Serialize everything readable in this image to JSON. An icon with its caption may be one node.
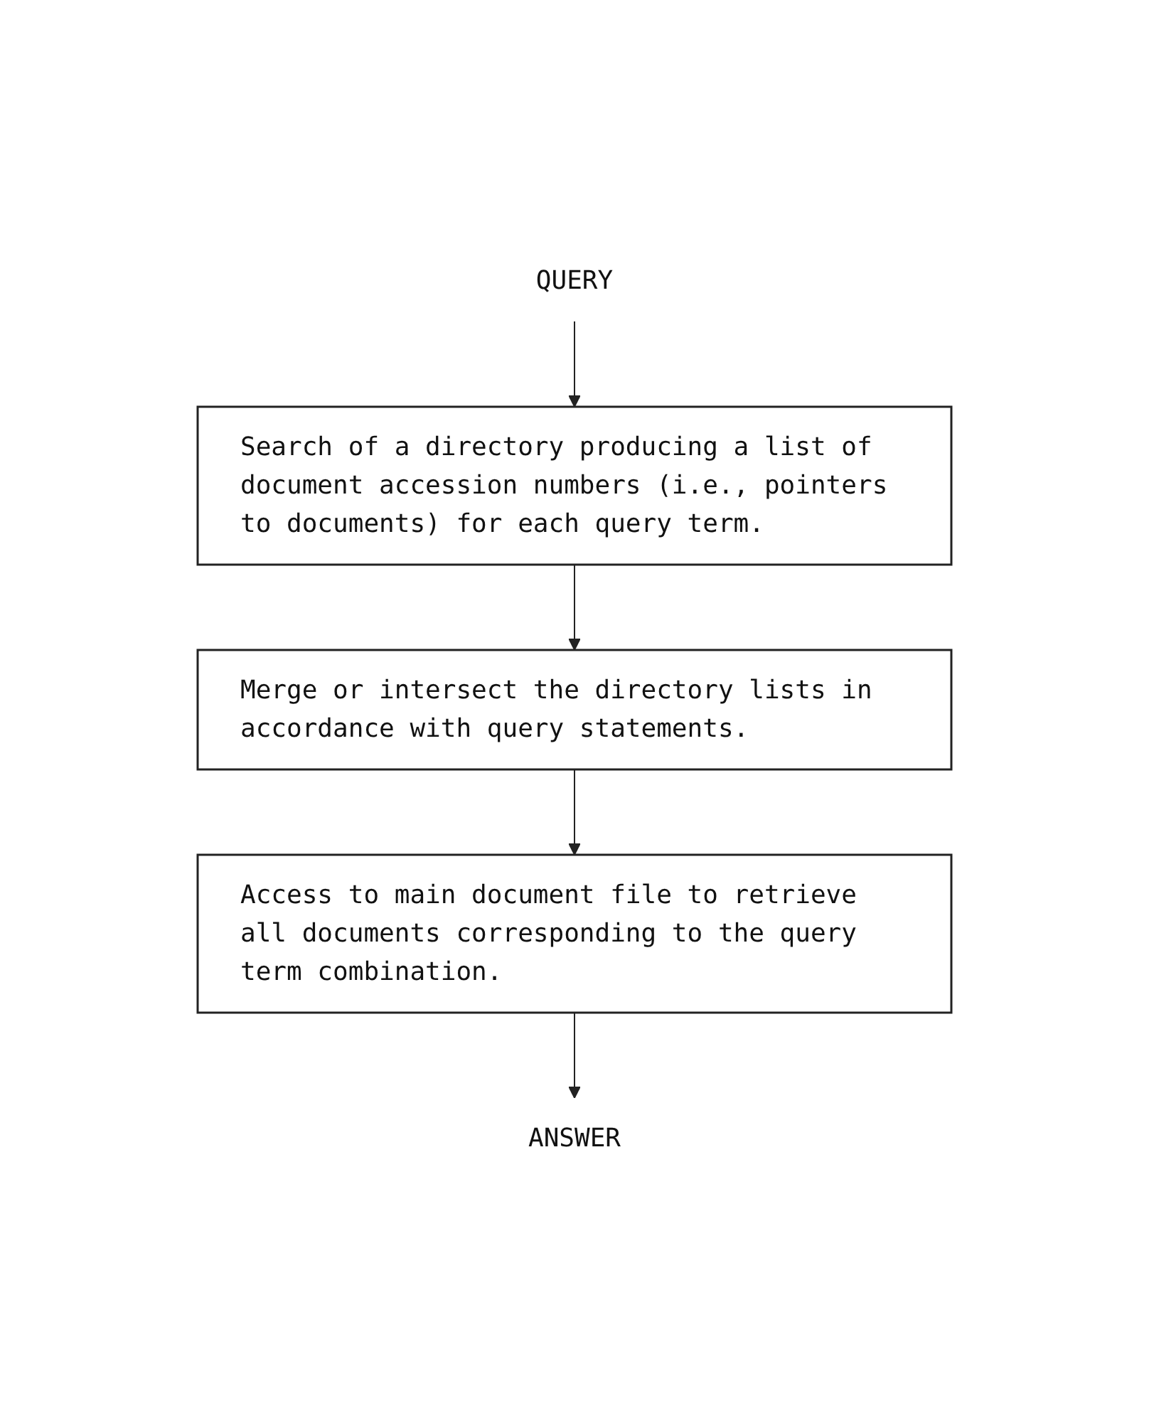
{
  "diagram": {
    "nodes": [
      {
        "text": [
          "QUERY"
        ]
      },
      {
        "text": [
          "Search of a directory producing a list of document accession numbers (i.e., pointers to documents) for each query term."
        ]
      },
      {
        "text": [
          "Merge or intersect the directory lists in accordance with query statements."
        ]
      },
      {
        "text": [
          "Access to main document file to retrieve all documents corresponding to the query term combination."
        ]
      },
      {
        "text": [
          "ANSWER"
        ]
      }
    ],
    "edges": [
      {
        "from": 0,
        "to": 1,
        "arrow": "to"
      },
      {
        "from": 1,
        "to": 2,
        "arrow": "to"
      },
      {
        "from": 2,
        "to": 3,
        "arrow": "to"
      },
      {
        "from": 3,
        "to": 4,
        "arrow": "to"
      }
    ]
  }
}
